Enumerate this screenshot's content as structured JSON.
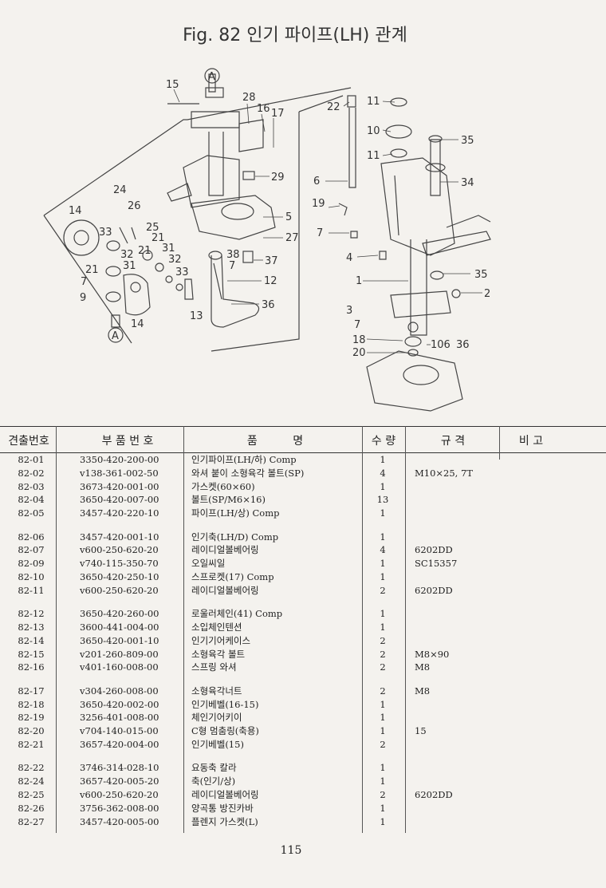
{
  "title": "Fig. 82  인기 파이프(LH) 관계",
  "headers": {
    "no": "견출번호",
    "part_no": "부 품 번 호",
    "name": "품          명",
    "qty": "수 량",
    "spec": "규  격",
    "remark": "비  고"
  },
  "callouts": [
    "A",
    "15",
    "28",
    "16",
    "17",
    "22",
    "11",
    "10",
    "35",
    "29",
    "11",
    "6",
    "34",
    "24",
    "26",
    "19",
    "14",
    "5",
    "33",
    "25",
    "21",
    "27",
    "7",
    "32",
    "21",
    "31",
    "31",
    "38",
    "37",
    "32",
    "33",
    "7",
    "4",
    "35",
    "21",
    "7",
    "12",
    "1",
    "2",
    "9",
    "36",
    "13",
    "14",
    "3",
    "7",
    "18",
    "106",
    "36",
    "20",
    "A"
  ],
  "groups": [
    {
      "rows": [
        {
          "no": "82-01",
          "part_no": "3350-420-200-00",
          "name": "인기파이프(LH/하) Comp",
          "qty": "1",
          "spec": ""
        },
        {
          "no": "82-02",
          "part_no": "v138-361-002-50",
          "name": "와셔 붙이 소형육각 볼트(SP)",
          "qty": "4",
          "spec": "M10×25, 7T"
        },
        {
          "no": "82-03",
          "part_no": "3673-420-001-00",
          "name": "가스켓(60×60)",
          "qty": "1",
          "spec": ""
        },
        {
          "no": "82-04",
          "part_no": "3650-420-007-00",
          "name": "볼트(SP/M6×16)",
          "qty": "13",
          "spec": ""
        },
        {
          "no": "82-05",
          "part_no": "3457-420-220-10",
          "name": "파이프(LH/상) Comp",
          "qty": "1",
          "spec": ""
        }
      ]
    },
    {
      "rows": [
        {
          "no": "82-06",
          "part_no": "3457-420-001-10",
          "name": "인기축(LH/D) Comp",
          "qty": "1",
          "spec": ""
        },
        {
          "no": "82-07",
          "part_no": "v600-250-620-20",
          "name": "레이디얼볼베어링",
          "qty": "4",
          "spec": "6202DD"
        },
        {
          "no": "82-09",
          "part_no": "v740-115-350-70",
          "name": "오일씨일",
          "qty": "1",
          "spec": "SC15357"
        },
        {
          "no": "82-10",
          "part_no": "3650-420-250-10",
          "name": "스프로켓(17) Comp",
          "qty": "1",
          "spec": ""
        },
        {
          "no": "82-11",
          "part_no": "v600-250-620-20",
          "name": "레이디얼볼베어링",
          "qty": "2",
          "spec": "6202DD"
        }
      ]
    },
    {
      "rows": [
        {
          "no": "82-12",
          "part_no": "3650-420-260-00",
          "name": "로울러체인(41) Comp",
          "qty": "1",
          "spec": ""
        },
        {
          "no": "82-13",
          "part_no": "3600-441-004-00",
          "name": "소입체인텐션",
          "qty": "1",
          "spec": ""
        },
        {
          "no": "82-14",
          "part_no": "3650-420-001-10",
          "name": "인기기어케이스",
          "qty": "2",
          "spec": ""
        },
        {
          "no": "82-15",
          "part_no": "v201-260-809-00",
          "name": "소형육각 볼트",
          "qty": "2",
          "spec": "M8×90"
        },
        {
          "no": "82-16",
          "part_no": "v401-160-008-00",
          "name": "스프링 와셔",
          "qty": "2",
          "spec": "M8"
        }
      ]
    },
    {
      "rows": [
        {
          "no": "82-17",
          "part_no": "v304-260-008-00",
          "name": "소형육각너트",
          "qty": "2",
          "spec": "M8"
        },
        {
          "no": "82-18",
          "part_no": "3650-420-002-00",
          "name": "인기베벨(16-15)",
          "qty": "1",
          "spec": ""
        },
        {
          "no": "82-19",
          "part_no": "3256-401-008-00",
          "name": "체인기어키이",
          "qty": "1",
          "spec": ""
        },
        {
          "no": "82-20",
          "part_no": "v704-140-015-00",
          "name": "C형 멈춤링(축용)",
          "qty": "1",
          "spec": "15"
        },
        {
          "no": "82-21",
          "part_no": "3657-420-004-00",
          "name": "인기베벨(15)",
          "qty": "2",
          "spec": ""
        }
      ]
    },
    {
      "rows": [
        {
          "no": "82-22",
          "part_no": "3746-314-028-10",
          "name": "요동축 칼라",
          "qty": "1",
          "spec": ""
        },
        {
          "no": "82-24",
          "part_no": "3657-420-005-20",
          "name": "축(인기/상)",
          "qty": "1",
          "spec": ""
        },
        {
          "no": "82-25",
          "part_no": "v600-250-620-20",
          "name": "레이디얼볼베어링",
          "qty": "2",
          "spec": "6202DD"
        },
        {
          "no": "82-26",
          "part_no": "3756-362-008-00",
          "name": "양곡통 방진카바",
          "qty": "1",
          "spec": ""
        },
        {
          "no": "82-27",
          "part_no": "3457-420-005-00",
          "name": "플렌지 가스켓(L)",
          "qty": "1",
          "spec": ""
        }
      ]
    }
  ],
  "page_number": "115"
}
